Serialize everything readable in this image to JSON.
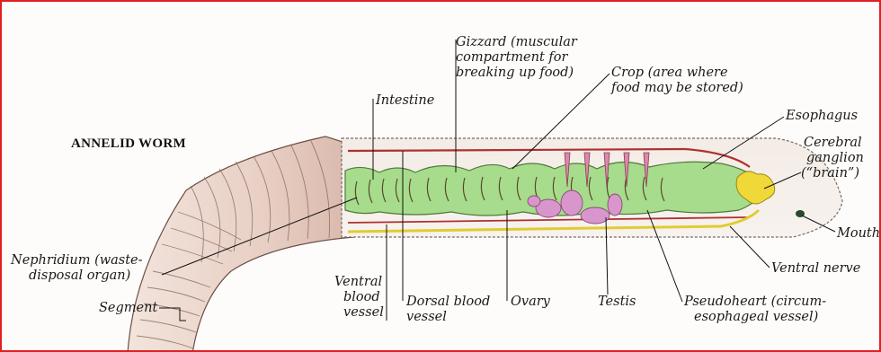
{
  "title": "ANNELID WORM",
  "labels": {
    "gizzard": [
      "Gizzard (muscular",
      "compartment for",
      "breaking up food)"
    ],
    "crop": [
      "Crop (area where",
      "food may be stored)"
    ],
    "intestine": [
      "Intestine"
    ],
    "esophagus": [
      "Esophagus"
    ],
    "cerebral_ganglion": [
      "Cerebral",
      "ganglion",
      "(“brain”)"
    ],
    "mouth": [
      "Mouth"
    ],
    "ventral_nerve": [
      "Ventral nerve"
    ],
    "pseudoheart": [
      "Pseudoheart (circum-",
      "esophageal vessel)"
    ],
    "testis": [
      "Testis"
    ],
    "ovary": [
      "Ovary"
    ],
    "dorsal_blood_vessel": [
      "Dorsal blood",
      "vessel"
    ],
    "ventral_blood_vessel": [
      "Ventral",
      "blood",
      "vessel"
    ],
    "nephridium": [
      "Nephridium (waste-",
      "disposal organ)"
    ],
    "segment": [
      "Segment"
    ]
  },
  "colors": {
    "frame_border": "#e02020",
    "skin": "#efdcd2",
    "gut": "#a6dc8c",
    "blood_vessel": "#b03030",
    "nerve": "#e8d838",
    "reproductive": "#d896cc",
    "pseudoheart": "#d88aa8"
  }
}
